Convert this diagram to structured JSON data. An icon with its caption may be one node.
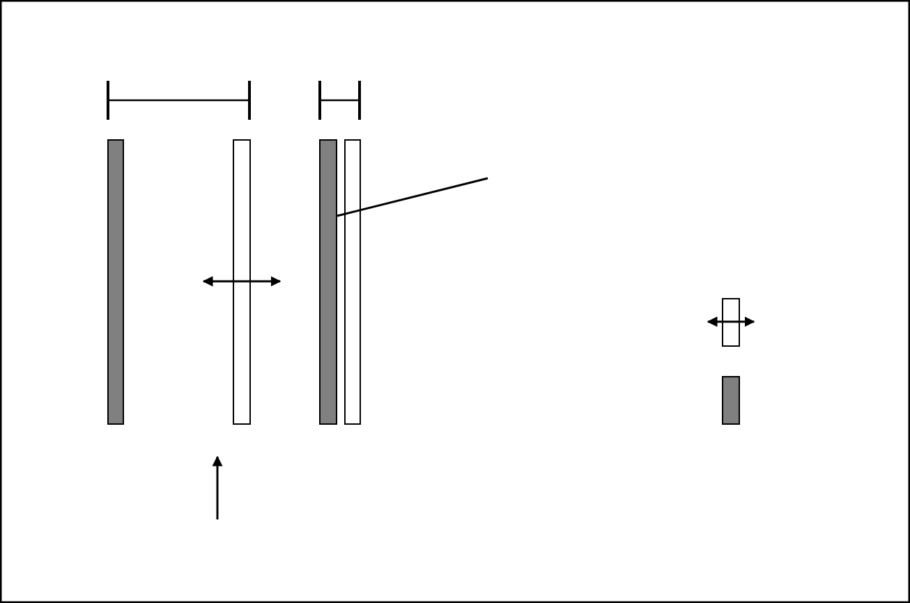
{
  "diagram": {
    "nodes": [
      {
        "text": [],
        "shape": "bar"
      },
      {
        "text": [],
        "shape": "bar"
      },
      {
        "text": [],
        "shape": "bar"
      },
      {
        "text": [],
        "shape": "bar"
      },
      {
        "text": [],
        "shape": "bar"
      },
      {
        "text": [],
        "shape": "bar"
      }
    ],
    "edges": [
      {
        "from": null,
        "to": 2,
        "arrow": "none"
      }
    ]
  }
}
